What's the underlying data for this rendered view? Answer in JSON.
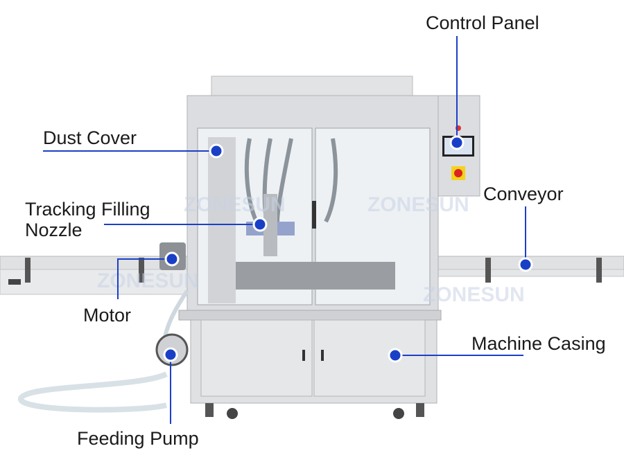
{
  "watermark": "ZONESUN",
  "colors": {
    "accent": "#1a3fc7",
    "steel": "#d9dadc",
    "text": "#1a1a1a"
  },
  "callouts": [
    {
      "id": "control-panel",
      "label": "Control Panel"
    },
    {
      "id": "dust-cover",
      "label": "Dust Cover"
    },
    {
      "id": "tracking-filling-nozzle",
      "label_line1": "Tracking Filling",
      "label_line2": "Nozzle"
    },
    {
      "id": "conveyor",
      "label": "Conveyor"
    },
    {
      "id": "motor",
      "label": "Motor"
    },
    {
      "id": "machine-casing",
      "label": "Machine Casing"
    },
    {
      "id": "feeding-pump",
      "label": "Feeding Pump"
    }
  ]
}
